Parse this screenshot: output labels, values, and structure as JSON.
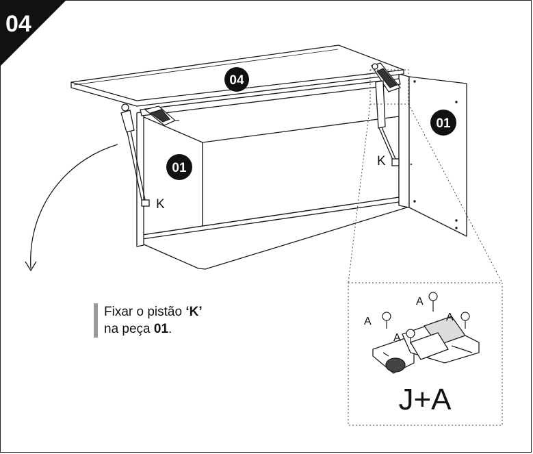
{
  "step": {
    "number": "04"
  },
  "parts": {
    "top_panel_label": "04",
    "side_panel_left_label": "01",
    "side_panel_right_label": "01"
  },
  "piston": {
    "label_left": "K",
    "label_right": "K"
  },
  "instruction": {
    "line1_prefix": "Fixar o pistão ",
    "line1_bold": "‘K’",
    "line2_prefix": "na peça ",
    "line2_bold": "01",
    "line2_suffix": "."
  },
  "detail": {
    "caption": "J+A",
    "screw_labels": [
      "A",
      "A",
      "A",
      "A"
    ]
  },
  "colors": {
    "badge": "#111111",
    "instruction_bar": "#9a9a9a",
    "line": "#1a1a1a"
  }
}
